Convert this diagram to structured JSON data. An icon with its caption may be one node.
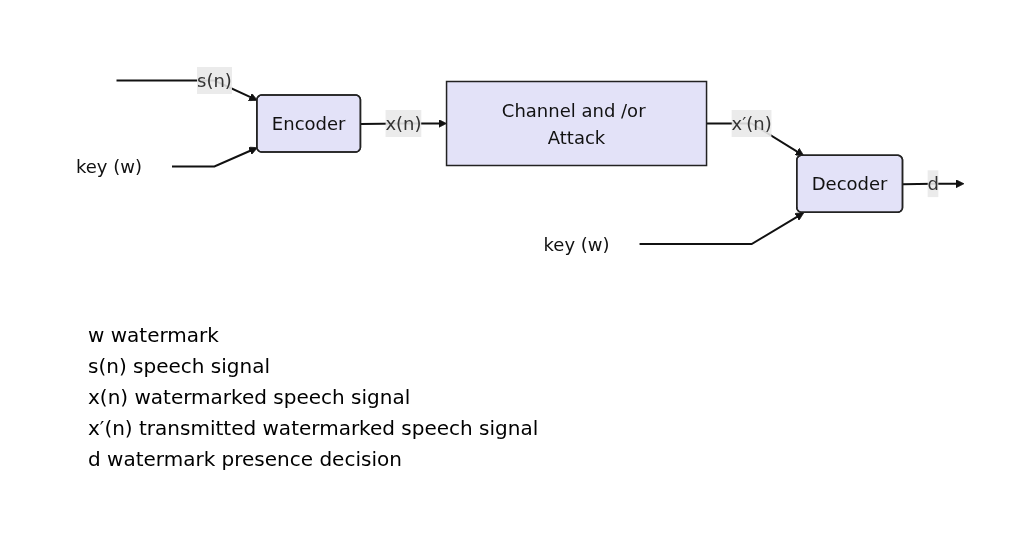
{
  "diagram": {
    "nodes": [
      {
        "text": [
          "key (w)"
        ]
      },
      {
        "text": [
          "Encoder"
        ]
      },
      {
        "text": [
          "Channel and /or Attack"
        ]
      },
      {
        "text": [
          "key (w)"
        ]
      },
      {
        "text": [
          "Decoder"
        ]
      }
    ],
    "edges": [
      {
        "from": null,
        "to": 1,
        "arrow": "to",
        "label": "s(n)"
      },
      {
        "from": 0,
        "to": 1,
        "arrow": "to"
      },
      {
        "from": 1,
        "to": 2,
        "arrow": "to",
        "label": "x(n)"
      },
      {
        "from": 2,
        "to": 4,
        "arrow": "to",
        "label": "x′(n)"
      },
      {
        "from": 3,
        "to": 4,
        "arrow": "to"
      },
      {
        "from": 4,
        "to": null,
        "arrow": "to",
        "label": "d"
      }
    ],
    "labels": [
      "w watermark",
      "s(n) speech signal",
      "x(n) watermarked speech signal",
      "x′(n) transmitted watermarked speech signal",
      "d watermark presence decision"
    ]
  }
}
